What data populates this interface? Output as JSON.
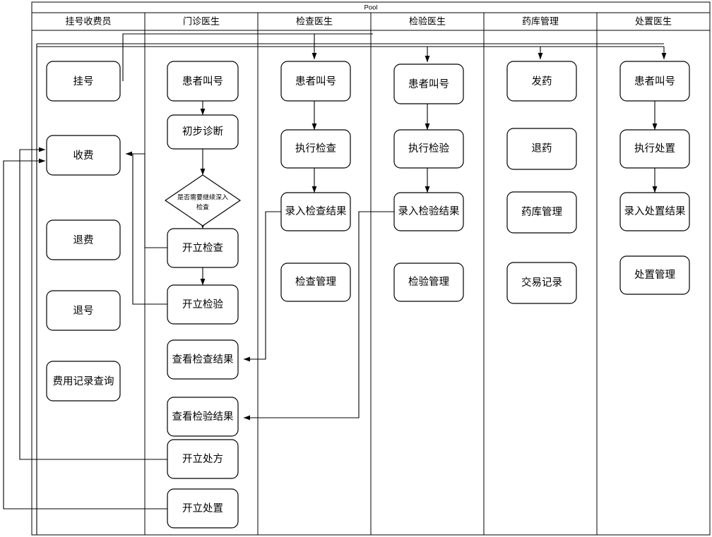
{
  "pool": {
    "title": "Pool"
  },
  "lanes": [
    {
      "id": "lane-registration-cashier",
      "label": "挂号收费员"
    },
    {
      "id": "lane-outpatient-doctor",
      "label": "门诊医生"
    },
    {
      "id": "lane-examination-doctor",
      "label": "检查医生"
    },
    {
      "id": "lane-inspection-doctor",
      "label": "检验医生"
    },
    {
      "id": "lane-pharmacy-management",
      "label": "药库管理"
    },
    {
      "id": "lane-treatment-doctor",
      "label": "处置医生"
    }
  ],
  "nodes": {
    "registration": "挂号",
    "charge": "收费",
    "refund_fee": "退费",
    "refund_registration": "退号",
    "fee_record_query": "费用记录查询",
    "op_call_patient": "患者叫号",
    "preliminary_diagnosis": "初步诊断",
    "decision_line1": "是否需要继续深入",
    "decision_line2": "检查",
    "order_examination": "开立检查",
    "order_inspection": "开立检验",
    "view_examination_result": "查看检查结果",
    "view_inspection_result": "查看检验结果",
    "order_prescription": "开立处方",
    "order_treatment": "开立处置",
    "ex_call_patient": "患者叫号",
    "perform_examination": "执行检查",
    "enter_examination_result": "录入检查结果",
    "examination_management": "检查管理",
    "in_call_patient": "患者叫号",
    "perform_inspection": "执行检验",
    "enter_inspection_result": "录入检验结果",
    "inspection_management": "检验管理",
    "dispense_medicine": "发药",
    "return_medicine": "退药",
    "pharmacy_management": "药库管理",
    "transaction_record": "交易记录",
    "tr_call_patient": "患者叫号",
    "perform_treatment": "执行处置",
    "enter_treatment_result": "录入处置结果",
    "treatment_management": "处置管理"
  },
  "colors": {
    "stroke": "#000000",
    "fill": "#ffffff",
    "text": "#000000"
  }
}
